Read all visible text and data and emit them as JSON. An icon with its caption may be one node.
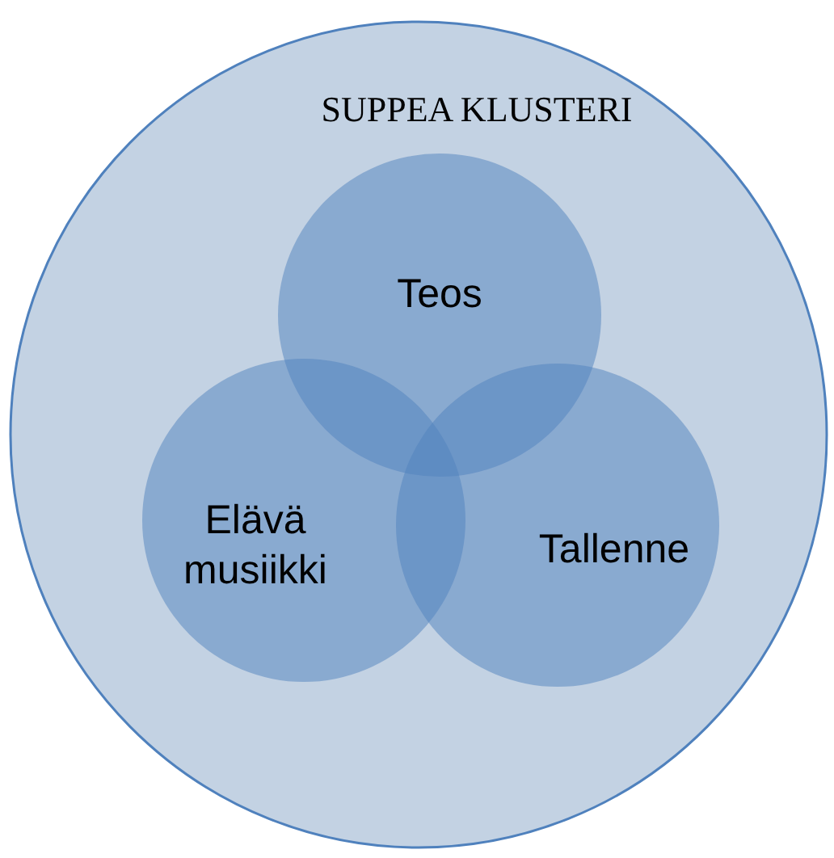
{
  "diagram": {
    "nodes": [
      {
        "text": [
          "SUPPEA KLUSTERI"
        ]
      },
      {
        "text": [
          "Teos"
        ],
        "in": 0
      },
      {
        "text": [
          "Elävä musiikki"
        ],
        "in": 0
      },
      {
        "text": [
          "Tallenne"
        ],
        "in": 0
      }
    ]
  }
}
